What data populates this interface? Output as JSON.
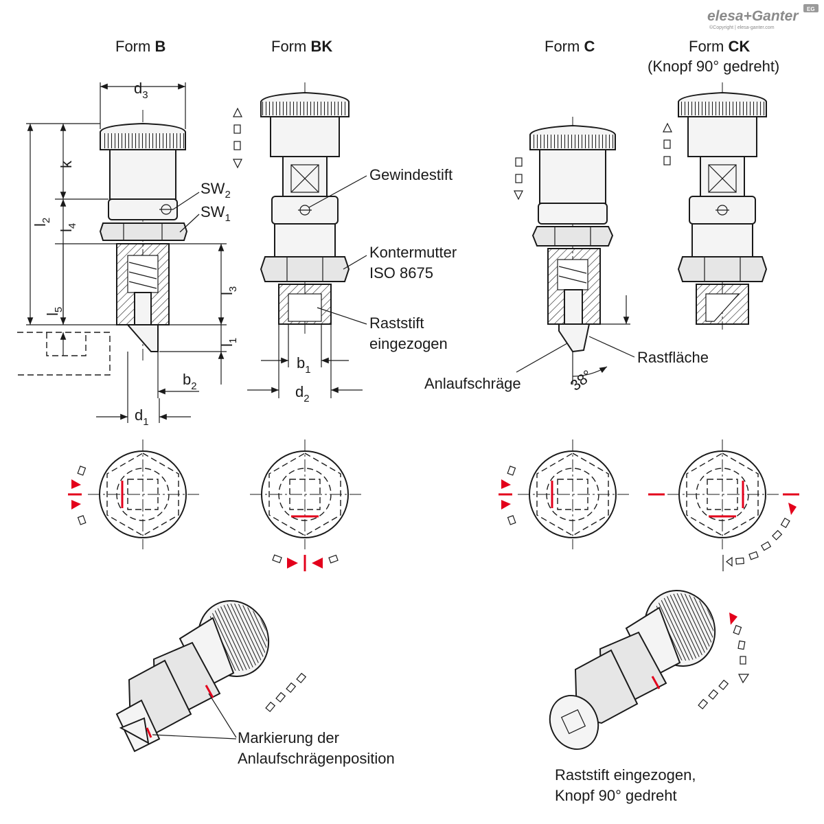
{
  "brand": {
    "logo_text": "elesa+Ganter",
    "copyright": "©Copyright | elesa-ganter.com",
    "badge": "EG"
  },
  "forms": {
    "b": {
      "prefix": "Form ",
      "code": "B"
    },
    "bk": {
      "prefix": "Form ",
      "code": "BK"
    },
    "c": {
      "prefix": "Form ",
      "code": "C"
    },
    "ck": {
      "prefix": "Form ",
      "code": "CK",
      "note": "(Knopf 90° gedreht)"
    }
  },
  "dimensions": {
    "d3": {
      "base": "d",
      "sub": "3"
    },
    "k": "k",
    "l2": {
      "base": "l",
      "sub": "2"
    },
    "l4": {
      "base": "l",
      "sub": "4"
    },
    "l5": {
      "base": "l",
      "sub": "5"
    },
    "l3": {
      "base": "l",
      "sub": "3"
    },
    "l1": {
      "base": "l",
      "sub": "1"
    },
    "sw2": {
      "base": "SW",
      "sub": "2"
    },
    "sw1": {
      "base": "SW",
      "sub": "1"
    },
    "b2": {
      "base": "b",
      "sub": "2"
    },
    "d1": {
      "base": "d",
      "sub": "1"
    },
    "b1": {
      "base": "b",
      "sub": "1"
    },
    "d2": {
      "base": "d",
      "sub": "2"
    },
    "angle": "38°"
  },
  "callouts": {
    "gewindestift": "Gewindestift",
    "kontermutter_1": "Kontermutter",
    "kontermutter_2": "ISO 8675",
    "raststift_1": "Raststift",
    "raststift_2": "eingezogen",
    "rastflaeche": "Rastfläche",
    "anlaufschraege": "Anlaufschräge",
    "markierung_1": "Markierung der",
    "markierung_2": "Anlaufschrägenposition",
    "eingezogen_1": "Raststift eingezogen,",
    "eingezogen_2": "Knopf 90° gedreht"
  },
  "colors": {
    "marking": "#e3001b",
    "line": "#1a1a1a",
    "logo": "#8a8a8a"
  }
}
